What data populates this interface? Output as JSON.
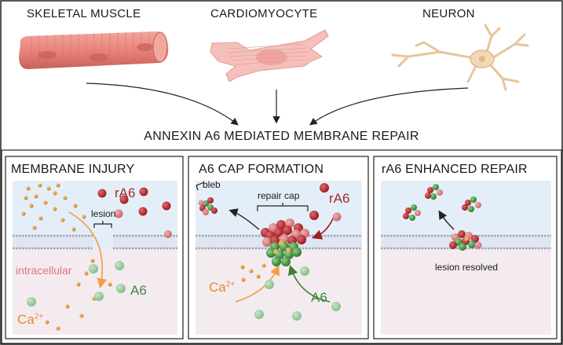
{
  "cell_types": [
    {
      "label": "SKELETAL MUSCLE",
      "icon": "skeletal-muscle-fiber-icon"
    },
    {
      "label": "CARDIOMYOCYTE",
      "icon": "cardiomyocyte-icon"
    },
    {
      "label": "NEURON",
      "icon": "neuron-icon"
    }
  ],
  "main_title": "ANNEXIN A6 MEDIATED MEMBRANE REPAIR",
  "panels": [
    {
      "title": "MEMBRANE INJURY",
      "labels": {
        "lesion": "lesion",
        "intracellular": "intracellular",
        "ra6": "rA6",
        "a6": "A6",
        "ca": "Ca",
        "ca_sup": "2+"
      }
    },
    {
      "title": "A6 CAP FORMATION",
      "labels": {
        "bleb": "bleb",
        "repair_cap": "repair cap",
        "ra6": "rA6",
        "ca": "Ca",
        "ca_sup": "2+",
        "a6": "A6"
      }
    },
    {
      "title": "rA6 ENHANCED REPAIR",
      "labels": {
        "lesion_resolved": "lesion resolved"
      }
    }
  ],
  "colors": {
    "extracellular": "#e4eef8",
    "intracellular": "#f4ebf0",
    "muscle": "#e8847a",
    "cardio": "#f3b5b0",
    "neuron": "#f2d9b8",
    "ra6": "#b3262d",
    "a6": "#5aa05a",
    "calcium": "#e8932a",
    "arrow_orange": "#f0a040",
    "arrow_red": "#a02020",
    "arrow_green": "#3f7f2f",
    "intracellular_text": "#e0757a",
    "ra6_text": "#a52a2e",
    "a6_text": "#3a8a3a",
    "ca_text": "#e8892a"
  }
}
